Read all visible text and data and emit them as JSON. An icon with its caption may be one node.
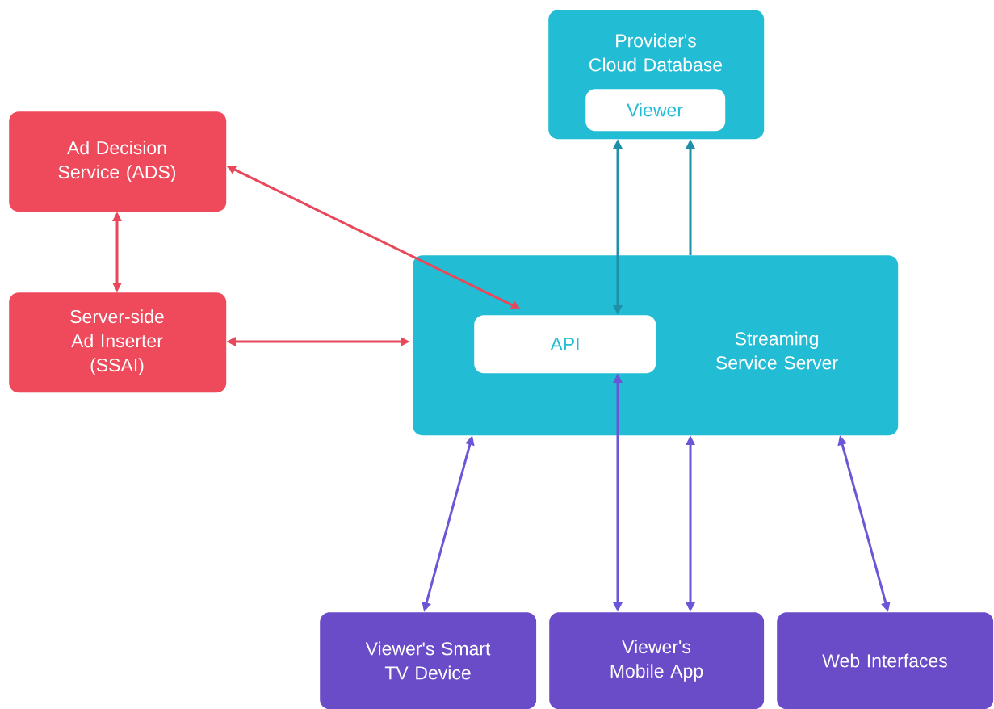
{
  "diagram": {
    "nodes": [
      {
        "text": [
          "Provider's Cloud Database"
        ]
      },
      {
        "text": [
          "Viewer"
        ],
        "in": 0
      },
      {
        "text": [
          "Ad Decision Service (ADS)"
        ]
      },
      {
        "text": [
          "Server-side Ad Inserter (SSAI)"
        ]
      },
      {
        "text": [
          "Streaming Service Server"
        ]
      },
      {
        "text": [
          "API"
        ],
        "in": 4
      },
      {
        "text": [
          "Viewer's Smart TV Device"
        ]
      },
      {
        "text": [
          "Viewer's Mobile App"
        ]
      },
      {
        "text": [
          "Web Interfaces"
        ]
      }
    ],
    "edges": [
      {
        "from": 2,
        "to": 5,
        "arrow": "both",
        "color": "#e8485a"
      },
      {
        "from": 2,
        "to": 3,
        "arrow": "both",
        "color": "#e8485a"
      },
      {
        "from": 3,
        "to": 4,
        "arrow": "both",
        "color": "#e8485a"
      },
      {
        "from": 0,
        "to": 5,
        "arrow": "both",
        "color": "#1f8fa8"
      },
      {
        "from": 4,
        "to": 0,
        "arrow": "to",
        "color": "#1f8fa8"
      },
      {
        "from": 6,
        "to": 4,
        "arrow": "both"
      },
      {
        "from": 7,
        "to": 5,
        "arrow": "both"
      },
      {
        "from": 7,
        "to": 4,
        "arrow": "both"
      },
      {
        "from": 8,
        "to": 4,
        "arrow": "both"
      }
    ]
  }
}
